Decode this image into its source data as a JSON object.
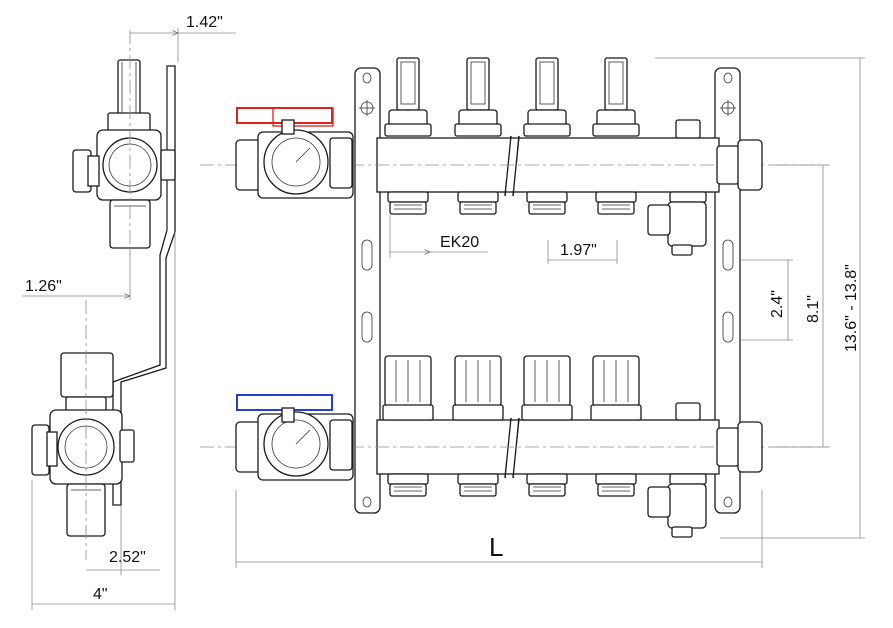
{
  "dimensions": {
    "top_width": "1.42\"",
    "mid_offset": "1.26\"",
    "bottom_offset": "2.52\"",
    "total_depth": "4\"",
    "outlet_thread": "EK20",
    "outlet_spacing": "1.97\"",
    "bracket_spacing": "2.4\"",
    "header_spacing": "8.1\"",
    "total_height": "13.6\" - 13.8\"",
    "length": "L"
  },
  "colors": {
    "supply_handle": "#e0211b",
    "return_handle": "#2a3fc8",
    "line": "#1a1a1a",
    "dimension": "#8a8a8a"
  },
  "outlet_count": 4
}
